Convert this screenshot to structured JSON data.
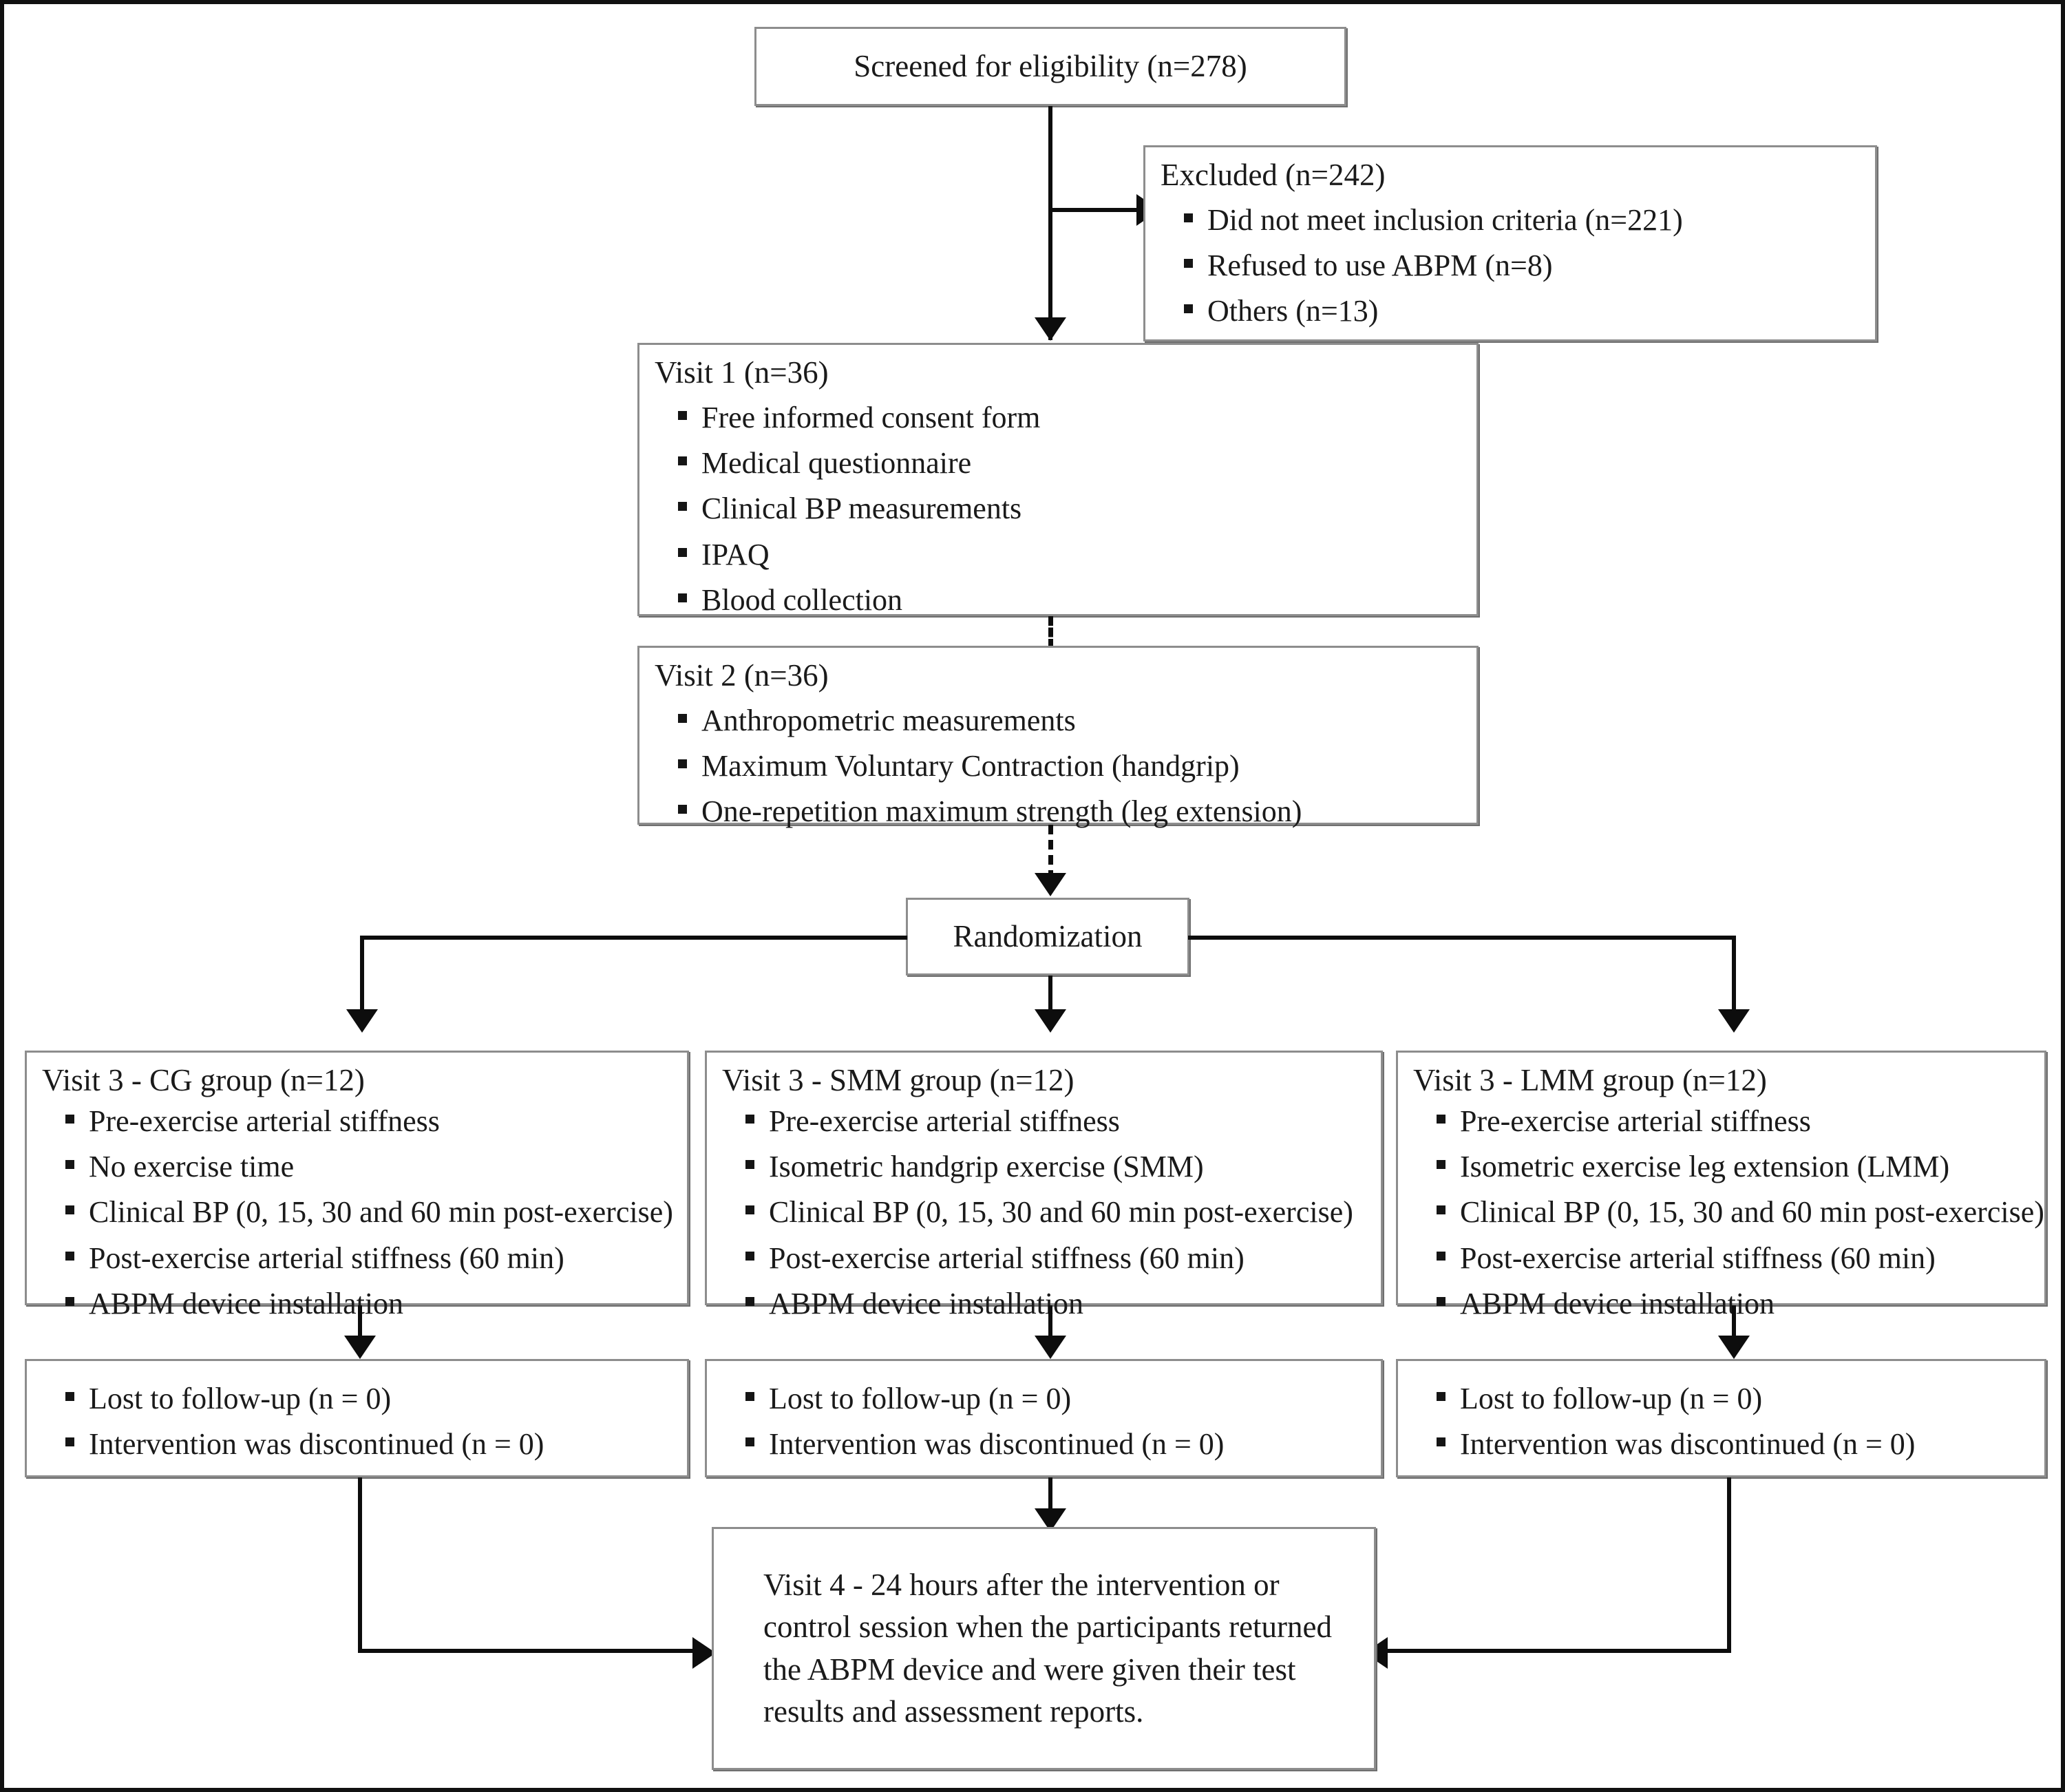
{
  "figure": {
    "type": "consort-flow-diagram"
  },
  "nodes": {
    "screened": {
      "title": "Screened for eligibility (n=278)"
    },
    "excluded": {
      "title": "Excluded (n=242)",
      "items": [
        "Did not meet inclusion criteria (n=221)",
        "Refused to use ABPM (n=8)",
        "Others (n=13)"
      ]
    },
    "visit1": {
      "title": "Visit 1 (n=36)",
      "items": [
        "Free informed consent form",
        "Medical questionnaire",
        "Clinical BP measurements",
        "IPAQ",
        "Blood collection"
      ]
    },
    "visit2": {
      "title": "Visit 2 (n=36)",
      "items": [
        "Anthropometric measurements",
        "Maximum Voluntary Contraction (handgrip)",
        "One-repetition maximum strength (leg extension)"
      ]
    },
    "randomization": {
      "title": "Randomization"
    },
    "arm_cg": {
      "title": "Visit 3 - CG group (n=12)",
      "items": [
        "Pre-exercise arterial stiffness",
        "No exercise time",
        "Clinical BP (0, 15, 30 and 60 min post-exercise)",
        "Post-exercise arterial stiffness (60 min)",
        "ABPM device installation"
      ]
    },
    "arm_smm": {
      "title": "Visit 3 - SMM group (n=12)",
      "items": [
        "Pre-exercise arterial stiffness",
        "Isometric handgrip exercise (SMM)",
        "Clinical BP (0, 15, 30 and 60 min post-exercise)",
        "Post-exercise arterial stiffness (60 min)",
        "ABPM device installation"
      ]
    },
    "arm_lmm": {
      "title": "Visit 3 - LMM group (n=12)",
      "items": [
        "Pre-exercise arterial stiffness",
        "Isometric exercise leg extension (LMM)",
        "Clinical BP (0, 15, 30 and 60 min post-exercise)",
        "Post-exercise arterial stiffness (60 min)",
        "ABPM device installation"
      ]
    },
    "followup_cg": {
      "items": [
        "Lost to follow-up (n = 0)",
        "Intervention was discontinued (n = 0)"
      ]
    },
    "followup_smm": {
      "items": [
        "Lost to follow-up (n = 0)",
        "Intervention was discontinued (n = 0)"
      ]
    },
    "followup_lmm": {
      "items": [
        "Lost to follow-up (n = 0)",
        "Intervention was discontinued (n = 0)"
      ]
    },
    "visit4": {
      "text": "Visit 4 - 24 hours after the intervention or control session when the participants returned the ABPM device and were given their test results and assessment reports."
    }
  },
  "colors": {
    "box_border": "#8d8d8d",
    "connector": "#0d0d0d",
    "frame": "#111111",
    "text": "#1a1a1a",
    "background": "#ffffff"
  }
}
